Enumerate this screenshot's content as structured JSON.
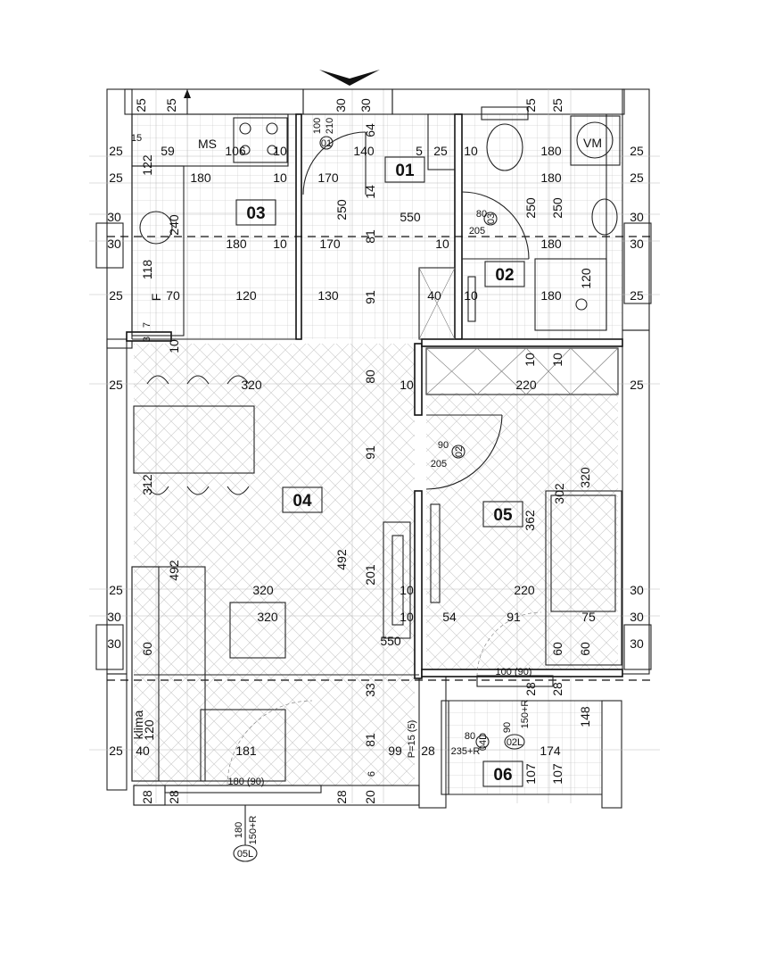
{
  "rooms": [
    {
      "id": "r01",
      "label": "01"
    },
    {
      "id": "r02",
      "label": "02"
    },
    {
      "id": "r03",
      "label": "03"
    },
    {
      "id": "r04",
      "label": "04"
    },
    {
      "id": "r05",
      "label": "05"
    },
    {
      "id": "r06",
      "label": "06"
    }
  ],
  "fixtures": {
    "ms": "MS",
    "vm": "VM",
    "klima": "klima",
    "f": "F"
  },
  "door_tags": {
    "t01": "01",
    "t02": "02",
    "t03": "03",
    "t04d": "04D",
    "t02l": "02L",
    "t05l": "05L"
  },
  "door_dims": {
    "d01_w": "100",
    "d01_h": "210",
    "d03_w": "80",
    "d03_h": "205",
    "d02_w": "90",
    "d02_h": "205",
    "d04_w": "80",
    "d04_h": "235+R",
    "d02l_w": "90",
    "d02l_h": "150+R",
    "d05l_w": "180",
    "d05l_h": "150+R",
    "p15": "P=15 (5)",
    "door_100_90": "100 (90)",
    "door_180_90": "180 (90)"
  },
  "dims": {
    "top_25a": "25",
    "top_25b": "25",
    "top_30a": "30",
    "top_30b": "30",
    "top_25c": "25",
    "top_25d": "25",
    "r1_15": "15",
    "r1_25": "25",
    "r1_59": "59",
    "r1_106": "106",
    "r1_10a": "10",
    "r1_140": "140",
    "r1_5": "5",
    "r1_25b": "25",
    "r1_10b": "10",
    "r1_180": "180",
    "r1_25c": "25",
    "r1_64": "64",
    "l_122": "122",
    "r2_25": "25",
    "r2_180": "180",
    "r2_10a": "10",
    "r2_170": "170",
    "r2_14": "14",
    "r2_180b": "180",
    "r2_25b": "25",
    "l_240": "240",
    "r3_30": "30",
    "r3_250a": "250",
    "r3_550": "550",
    "r3_250b": "250",
    "r3_250c": "250",
    "r3_30b": "30",
    "r4_30": "30",
    "r4_180": "180",
    "r4_10a": "10",
    "r4_170": "170",
    "r4_81": "81",
    "r4_10b": "10",
    "r4_180b": "180",
    "r4_30b": "30",
    "l_118": "118",
    "r5_25": "25",
    "r5_70": "70",
    "r5_120": "120",
    "r5_130": "130",
    "r5_91": "91",
    "r5_40": "40",
    "r5_10": "10",
    "r5_180": "180",
    "r5_120v": "120",
    "r5_25b": "25",
    "l_7": "7",
    "l_3": "3",
    "l_10": "10",
    "v_10a": "10",
    "v_10b": "10",
    "r6_25": "25",
    "r6_320": "320",
    "r6_80": "80",
    "r6_10": "10",
    "r6_220": "220",
    "r6_25b": "25",
    "v_91": "91",
    "v_312": "312",
    "v_302": "302",
    "v_320": "320",
    "v_362": "362",
    "v_492a": "492",
    "v_492b": "492",
    "v_201": "201",
    "r7_25": "25",
    "r7_320": "320",
    "r7_10": "10",
    "r7_220": "220",
    "r7_30": "30",
    "r8_30": "30",
    "r8_320": "320",
    "r8_10": "10",
    "r8_54": "54",
    "r8_91": "91",
    "r8_75": "75",
    "r8_30b": "30",
    "r9_30": "30",
    "r9_60": "60",
    "r9_550": "550",
    "r9_60b": "60",
    "r9_60c": "60",
    "r9_30b": "30",
    "v_33": "33",
    "v_28a": "28",
    "v_28b": "28",
    "v_148": "148",
    "v_120": "120",
    "r10_25": "25",
    "r10_40": "40",
    "r10_181": "181",
    "r10_81": "81",
    "r10_99": "99",
    "r10_28": "28",
    "r10_174": "174",
    "v_6": "6",
    "v_107a": "107",
    "v_107b": "107",
    "b_28a": "28",
    "b_28b": "28",
    "b_20": "20",
    "b_28c": "28"
  },
  "colors": {
    "wall": "#111111",
    "hatch": "#555555",
    "grid": "#bbbbbb",
    "line": "#222222"
  }
}
